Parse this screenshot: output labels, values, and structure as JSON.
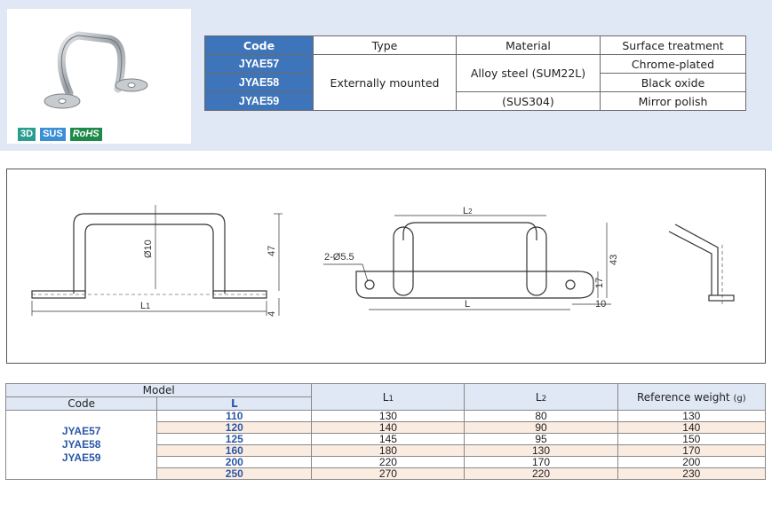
{
  "badges": [
    "3D",
    "SUS",
    "RoHS"
  ],
  "spec_table": {
    "headers": [
      "Code",
      "Type",
      "Material",
      "Surface treatment"
    ],
    "codes": [
      "JYAE57",
      "JYAE58",
      "JYAE59"
    ],
    "type": "Externally mounted",
    "material_alloy": "Alloy steel (SUM22L)",
    "material_sus": "(SUS304)",
    "surface": [
      "Chrome-plated",
      "Black oxide",
      "Mirror polish"
    ]
  },
  "drawing": {
    "front": {
      "d": "Ø10",
      "h": "47",
      "t": "4",
      "len": "L",
      "len_sub": "1"
    },
    "top": {
      "holes": "2-Ø5.5",
      "len2": "L",
      "len2_sub": "2",
      "len": "L",
      "h1": "43",
      "h2": "17",
      "w": "10"
    }
  },
  "dims_table": {
    "model_header": "Model",
    "code_header": "Code",
    "l_header": "L",
    "l1_header": "L",
    "l1_sub": "1",
    "l2_header": "L",
    "l2_sub": "2",
    "weight_header": "Reference weight",
    "weight_unit": "(g)",
    "codes_line1": "JYAE57",
    "codes_line2": "JYAE58",
    "codes_line3": "JYAE59",
    "rows": [
      {
        "L": "110",
        "L1": "130",
        "L2": "80",
        "W": "130"
      },
      {
        "L": "120",
        "L1": "140",
        "L2": "90",
        "W": "140"
      },
      {
        "L": "125",
        "L1": "145",
        "L2": "95",
        "W": "150"
      },
      {
        "L": "160",
        "L1": "180",
        "L2": "130",
        "W": "170"
      },
      {
        "L": "200",
        "L1": "220",
        "L2": "170",
        "W": "200"
      },
      {
        "L": "250",
        "L1": "270",
        "L2": "220",
        "W": "230"
      }
    ]
  },
  "colors": {
    "accent": "#3e74b9",
    "band": "#dfe8f4",
    "row_alt": "#fbece2",
    "code_text": "#2b57a6"
  }
}
